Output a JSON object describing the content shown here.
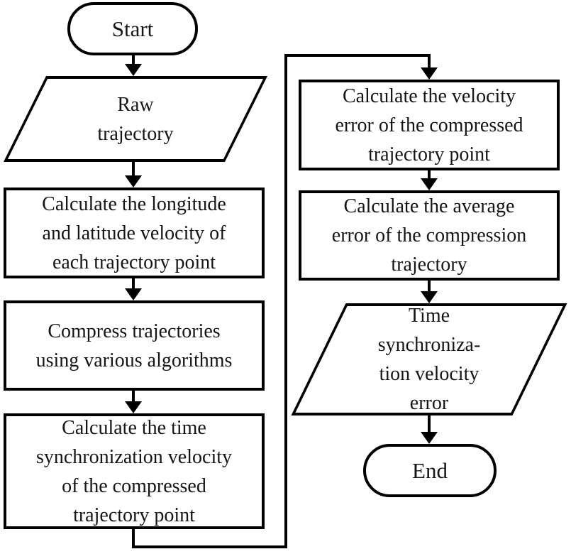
{
  "figure": {
    "kind": "flowchart",
    "background_color": "#ffffff",
    "stroke_color": "#000000",
    "text_color": "#151515"
  },
  "flowchart": {
    "nodes": {
      "start": {
        "shape": "terminator",
        "lines": [
          "Start"
        ]
      },
      "raw_trajectory": {
        "shape": "parallelogram-io",
        "lines": [
          "Raw",
          "trajectory"
        ]
      },
      "calc_lon_lat_velocity": {
        "shape": "process",
        "lines": [
          "Calculate the longitude",
          "and latitude velocity of",
          "each trajectory point"
        ]
      },
      "compress_trajectories": {
        "shape": "process",
        "lines": [
          "Compress trajectories",
          "using various algorithms"
        ]
      },
      "calc_time_sync_velocity": {
        "shape": "process",
        "lines": [
          "Calculate the time",
          "synchronization velocity",
          "of the compressed",
          "trajectory point"
        ]
      },
      "calc_velocity_error": {
        "shape": "process",
        "lines": [
          "Calculate the velocity",
          "error of the compressed",
          "trajectory point"
        ]
      },
      "calc_average_error": {
        "shape": "process",
        "lines": [
          "Calculate the average",
          "error of the compression",
          "trajectory"
        ]
      },
      "time_sync_velocity_error": {
        "shape": "parallelogram-io",
        "lines": [
          "Time",
          "synchroniza-",
          "tion velocity",
          "error"
        ]
      },
      "end": {
        "shape": "terminator",
        "lines": [
          "End"
        ]
      }
    },
    "edges": [
      {
        "from": "start",
        "to": "raw_trajectory"
      },
      {
        "from": "raw_trajectory",
        "to": "calc_lon_lat_velocity"
      },
      {
        "from": "calc_lon_lat_velocity",
        "to": "compress_trajectories"
      },
      {
        "from": "compress_trajectories",
        "to": "calc_time_sync_velocity"
      },
      {
        "from": "calc_time_sync_velocity",
        "to": "calc_velocity_error",
        "routing": "down-right-up-right-down"
      },
      {
        "from": "calc_velocity_error",
        "to": "calc_average_error"
      },
      {
        "from": "calc_average_error",
        "to": "time_sync_velocity_error"
      },
      {
        "from": "time_sync_velocity_error",
        "to": "end"
      }
    ]
  }
}
